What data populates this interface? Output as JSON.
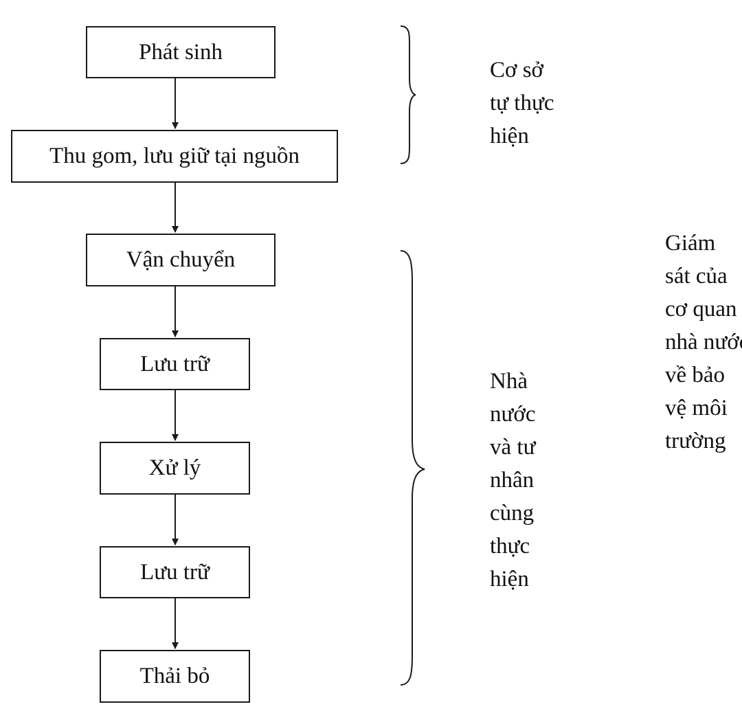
{
  "flow": {
    "steps": [
      "Phát sinh",
      "Thu gom, lưu giữ tại nguồn",
      "Vận chuyển",
      "Lưu trữ",
      "Xử lý",
      "Lưu trữ",
      "Thải bỏ"
    ]
  },
  "groups": {
    "self_label": "Cơ sở\ntự thực\nhiện",
    "joint_label": "Nhà\nnước\nvà tư\nnhân\ncùng\nthực\nhiện"
  },
  "oversight": {
    "label": "Giám\nsát của\ncơ quan\nnhà nước\nvề bảo\nvệ môi\ntrường"
  }
}
